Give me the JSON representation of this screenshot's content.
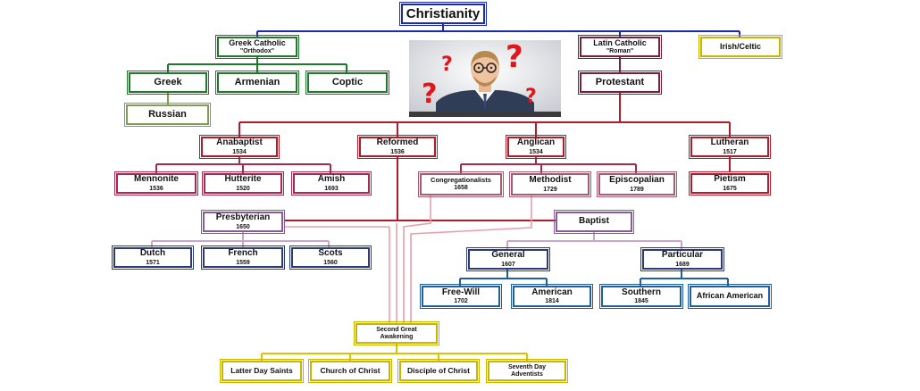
{
  "colors": {
    "root": "#1c2aa8",
    "orthodox": "#1e7a2a",
    "russian": "#7aa050",
    "latin": "#7a1e3a",
    "protestant": "#b31b2b",
    "anabaptist_children": "#a52a4e",
    "presbyterian": "#8a5a9a",
    "presbyterian_children": "#2a3a7a",
    "baptist_branch": "#1f5fa0",
    "awakening": "#c9b400"
  },
  "icons": {
    "illustration": "confused-man-with-question-marks-icon"
  },
  "nodes": {
    "christianity": {
      "title": "Christianity"
    },
    "greek_catholic": {
      "title": "Greek Catholic",
      "subtitle": "\"Orthodox\""
    },
    "latin_catholic": {
      "title": "Latin Catholic",
      "subtitle": "\"Roman\""
    },
    "irish_celtic": {
      "title": "Irish/Celtic"
    },
    "greek": {
      "title": "Greek"
    },
    "armenian": {
      "title": "Armenian"
    },
    "coptic": {
      "title": "Coptic"
    },
    "russian": {
      "title": "Russian"
    },
    "protestant": {
      "title": "Protestant"
    },
    "anabaptist": {
      "title": "Anabaptist",
      "year": "1534"
    },
    "reformed": {
      "title": "Reformed",
      "year": "1536"
    },
    "anglican": {
      "title": "Anglican",
      "year": "1534"
    },
    "lutheran": {
      "title": "Lutheran",
      "year": "1517"
    },
    "mennonite": {
      "title": "Mennonite",
      "year": "1536"
    },
    "hutterite": {
      "title": "Hutterite",
      "year": "1520"
    },
    "amish": {
      "title": "Amish",
      "year": "1693"
    },
    "congregationalists": {
      "title": "Congregationalists",
      "year": "1658"
    },
    "methodist": {
      "title": "Methodist",
      "year": "1729"
    },
    "episcopalian": {
      "title": "Episcopalian",
      "year": "1789"
    },
    "pietism": {
      "title": "Pietism",
      "year": "1675"
    },
    "presbyterian": {
      "title": "Presbyterian",
      "year": "1650"
    },
    "baptist": {
      "title": "Baptist"
    },
    "dutch": {
      "title": "Dutch",
      "year": "1571"
    },
    "french": {
      "title": "French",
      "year": "1559"
    },
    "scots": {
      "title": "Scots",
      "year": "1560"
    },
    "general": {
      "title": "General",
      "year": "1607"
    },
    "particular": {
      "title": "Particular",
      "year": "1689"
    },
    "free_will": {
      "title": "Free-Will",
      "year": "1702"
    },
    "american": {
      "title": "American",
      "year": "1814"
    },
    "southern": {
      "title": "Southern",
      "year": "1845"
    },
    "african_american": {
      "title": "African American"
    },
    "second_great_awakening": {
      "title": "Second Great",
      "title2": "Awakening"
    },
    "latter_day_saints": {
      "title": "Latter Day Saints"
    },
    "church_of_christ": {
      "title": "Church of Christ"
    },
    "disciple_of_christ": {
      "title": "Disciple of Christ"
    },
    "seventh_day_adventists": {
      "title": "Seventh Day",
      "title2": "Adventists"
    }
  }
}
